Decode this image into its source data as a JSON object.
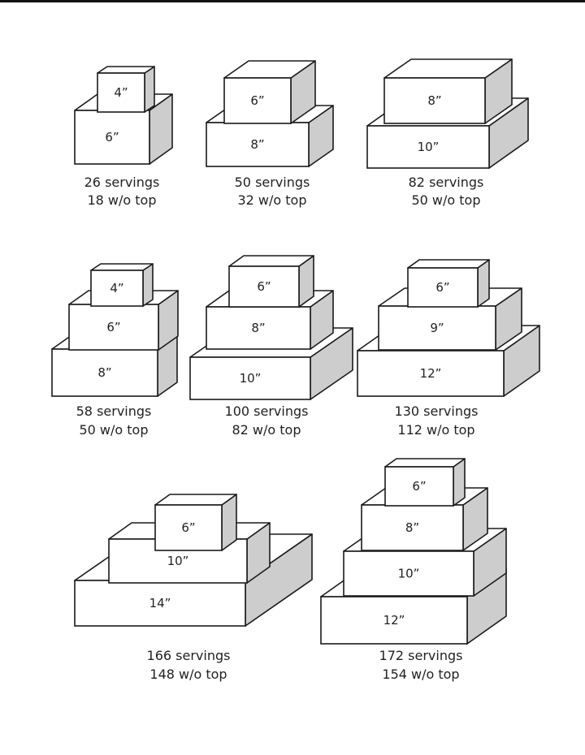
{
  "colors": {
    "line": "#1a1a1a",
    "face": "#ffffff",
    "side_face": "#cdcdcd",
    "text": "#222222"
  },
  "cakes": [
    {
      "tiers": [
        "4”",
        "6”"
      ],
      "servings": "26 servings",
      "without_top": "18 w/o top"
    },
    {
      "tiers": [
        "6”",
        "8”"
      ],
      "servings": "50 servings",
      "without_top": "32 w/o top"
    },
    {
      "tiers": [
        "8”",
        "10”"
      ],
      "servings": "82 servings",
      "without_top": "50 w/o top"
    },
    {
      "tiers": [
        "4”",
        "6”",
        "8”"
      ],
      "servings": "58 servings",
      "without_top": "50 w/o top"
    },
    {
      "tiers": [
        "6”",
        "8”",
        "10”"
      ],
      "servings": "100 servings",
      "without_top": "82 w/o top"
    },
    {
      "tiers": [
        "6”",
        "9”",
        "12”"
      ],
      "servings": "130 servings",
      "without_top": "112 w/o top"
    },
    {
      "tiers": [
        "6”",
        "10”",
        "14”"
      ],
      "servings": "166 servings",
      "without_top": "148 w/o top"
    },
    {
      "tiers": [
        "6”",
        "8”",
        "10”",
        "12”"
      ],
      "servings": "172 servings",
      "without_top": "154 w/o top"
    }
  ]
}
